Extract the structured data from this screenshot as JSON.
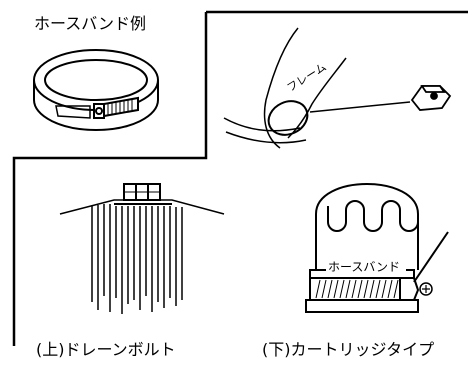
{
  "labels": {
    "hose_band_example": "ホースバンド例",
    "frame": "フレーム",
    "hose_band": "ホースバンド",
    "upper_drain_bolt": "(上)ドレーンボルト",
    "lower_cartridge_type": "(下)カートリッジタイプ"
  }
}
